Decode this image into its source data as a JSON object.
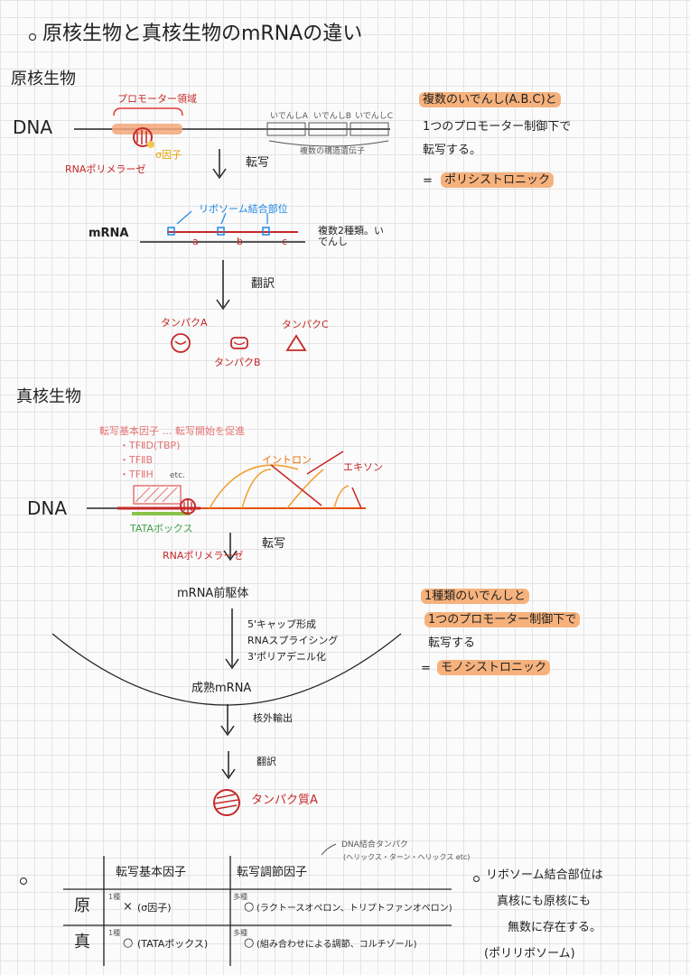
{
  "header": {
    "title": "原核生物と真核生物のmRNAの違い"
  },
  "prokaryote": {
    "heading": "原核生物",
    "dna_label": "DNA",
    "promoter_label": "プロモーター領域",
    "sigma_label": "σ因子",
    "rnapol_label": "RNAポリメラーゼ",
    "genes": [
      "いでんしA",
      "いでんしB",
      "いでんしC"
    ],
    "genes_caption": "複数の構造遺伝子",
    "transcription": "転写",
    "ribosome_site": "リボソーム結合部位",
    "mrna_label": "mRNA",
    "mrna_segments": [
      "a",
      "b",
      "c"
    ],
    "mrna_note": "複数2種類。いでんし",
    "translation": "翻訳",
    "proteins": [
      "タンパクA",
      "タンパクB",
      "タンパクC"
    ],
    "note_line1": "複数のいでんし(A.B.C)と",
    "note_line2": "1つのプロモーター制御下で",
    "note_line3": "転写する。",
    "note_eq": "=",
    "note_term": "ポリシストロニック"
  },
  "eukaryote": {
    "heading": "真核生物",
    "tf_header": "転写基本因子 … 転写開始を促進",
    "tf_items": [
      "・TFⅡD(TBP)",
      "・TFⅡB",
      "・TFⅡH"
    ],
    "tf_etc": "etc.",
    "intron_label": "イントロン",
    "exon_label": "エキソン",
    "dna_label": "DNA",
    "tata_label": "TATAボックス",
    "rnapol_label": "RNAポリメラーゼ",
    "transcription": "転写",
    "pre_mrna": "mRNA前駆体",
    "processing": [
      "5'キャップ形成",
      "RNAスプライシング",
      "3'ポリアデニル化"
    ],
    "mature_mrna": "成熟mRNA",
    "export": "核外輸出",
    "translation": "翻訳",
    "protein": "タンパク質A",
    "note_line1": "1種類のいでんしと",
    "note_line2": "1つのプロモーター制御下で",
    "note_line3": "転写する",
    "note_eq": "=",
    "note_term": "モノシストロニック"
  },
  "table": {
    "dna_binding_note": "DNA結合タンパク",
    "dna_binding_sub": "(ヘリックス・ターン・ヘリックス etc)",
    "col1": "転写基本因子",
    "col2": "転写調節因子",
    "rows": [
      {
        "label": "原",
        "c1_mark": "×",
        "c1_text": "(σ因子)",
        "c2_mark": "○",
        "c2_text": "(ラクトースオペロン、トリプトファンオペロン)"
      },
      {
        "label": "真",
        "c1_mark": "○",
        "c1_text": "(TATAボックス)",
        "c2_mark": "○",
        "c2_text": "(組み合わせによる調節、コルチゾール)"
      }
    ],
    "tiny_marks": [
      "1種",
      "多種",
      "1種",
      "多種"
    ]
  },
  "side_note": {
    "line1": "リボソーム結合部位は",
    "line2": "真核にも原核にも",
    "line3": "無数に存在する。",
    "line4": "(ポリリボソーム)"
  }
}
